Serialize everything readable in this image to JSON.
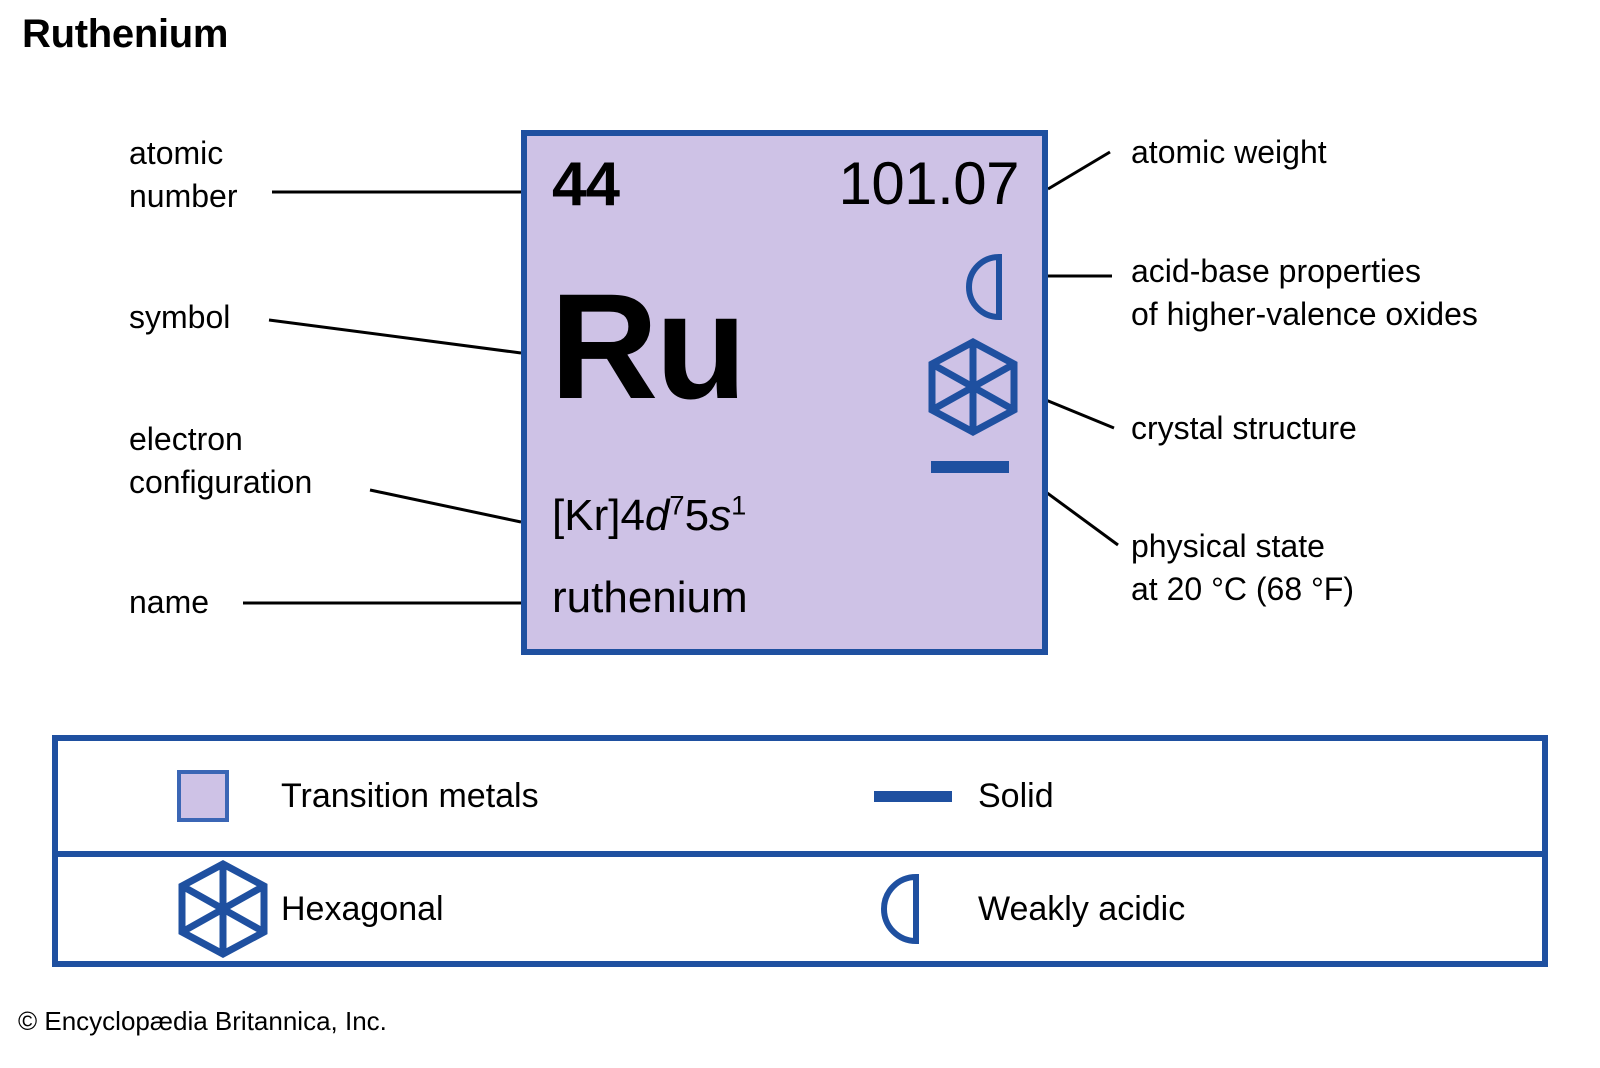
{
  "page_title": "Ruthenium",
  "element": {
    "atomic_number": "44",
    "atomic_weight": "101.07",
    "symbol": "Ru",
    "electron_configuration_plain": "[Kr]4d75s1",
    "electron_configuration_parts": {
      "core": "[Kr]4",
      "d_orbital": "d",
      "d_electrons": "7",
      "shell": "5",
      "s_orbital": "s",
      "s_electrons": "1"
    },
    "name": "ruthenium",
    "category": "Transition metals",
    "crystal_structure": "Hexagonal",
    "physical_state": "Solid",
    "acid_base": "Weakly acidic"
  },
  "callouts": {
    "atomic_number": {
      "line1": "atomic",
      "line2": "number"
    },
    "symbol": {
      "line1": "symbol"
    },
    "electron_configuration": {
      "line1": "electron",
      "line2": "configuration"
    },
    "name": {
      "line1": "name"
    },
    "atomic_weight": {
      "line1": "atomic weight"
    },
    "acid_base": {
      "line1": "acid-base properties",
      "line2": "of higher-valence oxides"
    },
    "crystal_structure": {
      "line1": "crystal structure"
    },
    "physical_state": {
      "line1": "physical state",
      "line2": "at 20 °C (68 °F)"
    }
  },
  "legend": {
    "rows": [
      {
        "left_label": "Transition metals",
        "left_icon": "color-swatch-icon",
        "right_label": "Solid",
        "right_icon": "solid-dash-icon"
      },
      {
        "left_label": "Hexagonal",
        "left_icon": "hexagonal-crystal-icon",
        "right_label": "Weakly acidic",
        "right_icon": "half-disk-icon"
      }
    ]
  },
  "credit": "© Encyclopædia Britannica, Inc.",
  "colors": {
    "box_fill": "#cec2e6",
    "box_border": "#1f50a0",
    "accent_blue": "#1f50a0",
    "swatch_border": "#3b66b5",
    "text": "#000000",
    "background": "#ffffff"
  }
}
